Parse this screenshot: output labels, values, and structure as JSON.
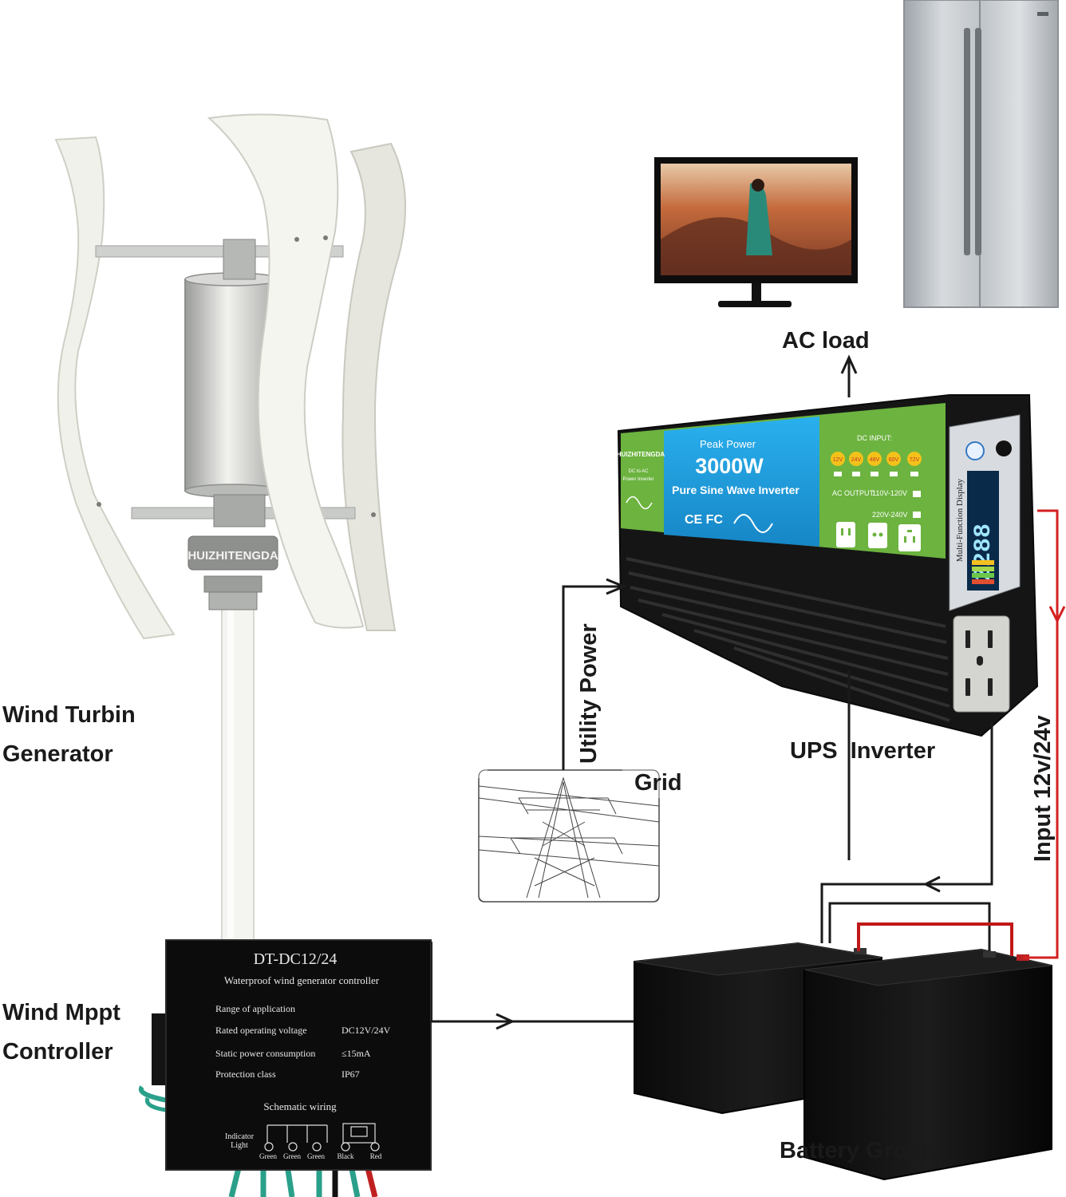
{
  "labels": {
    "wind_turbine_line1": "Wind Turbin\u0000",
    "wind_turbine_line2": "Generator",
    "wind_mppt_line1": "Wind Mppt",
    "wind_mppt_line2": "Controller",
    "ac_load": "AC load",
    "utility_power": "Utility Power",
    "grid": "Grid",
    "ups_inverter": "UPS  Inverter",
    "input": "Input 12v/24v",
    "battery_group": "Battery Group"
  },
  "turbine": {
    "brand": "HUIZHITENGDA"
  },
  "controller": {
    "model": "DT-DC12/24",
    "subtitle": "Waterproof wind generator controller",
    "spec_header": "Range of application",
    "specs": [
      {
        "name": "Rated operating voltage",
        "value": "DC12V/24V"
      },
      {
        "name": "Static power consumption",
        "value": "≤15mA"
      },
      {
        "name": "Protection class",
        "value": "IP67"
      }
    ],
    "wiring_title": "Schematic wiring",
    "indicator_line1": "Indicator",
    "indicator_line2": "Light",
    "terminals": [
      "Green",
      "Green",
      "Green",
      "Black",
      "Red"
    ]
  },
  "inverter": {
    "brand": "HUIZHITENGDA",
    "brand_sub1": "DC to AC",
    "brand_sub2": "Power Inverter",
    "peak_label": "Peak Power",
    "power": "3000W",
    "type": "Pure Sine Wave Inverter",
    "cert": "CE FC",
    "dc_input_label": "DC INPUT:",
    "dc_voltages": [
      "12V",
      "24V",
      "48V",
      "60V",
      "72V"
    ],
    "ac_output_label": "AC OUTPUT:",
    "ac_out_1": "110V-120V",
    "ac_out_2": "220V-240V",
    "display_value": "2288",
    "display_title": "Multi-Function Display"
  },
  "colors": {
    "inverter_green": "#6cb33f",
    "inverter_blue": "#1ea0e0",
    "wire_red": "#d42020",
    "wire_black": "#1a1a1a",
    "turbine_white": "#ecece6"
  }
}
